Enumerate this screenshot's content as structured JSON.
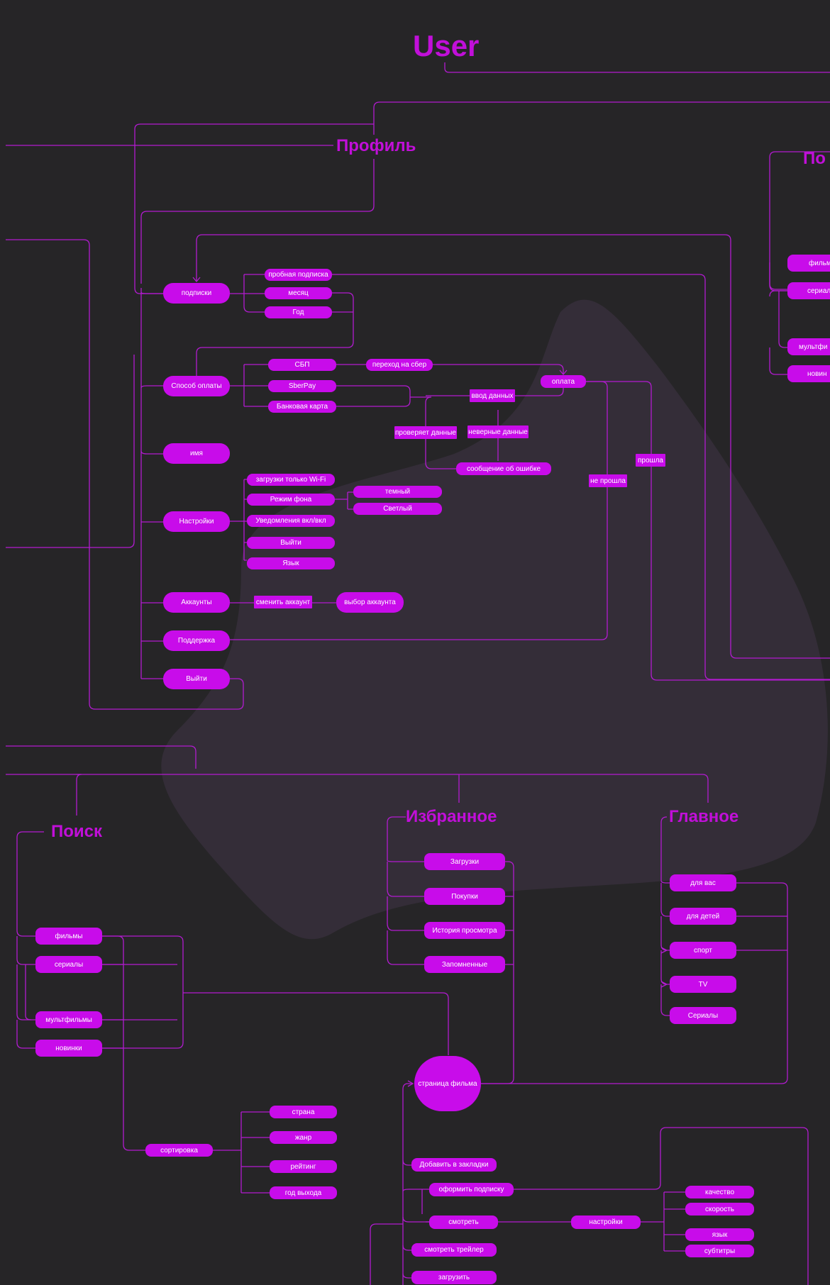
{
  "colors": {
    "background": "#262527",
    "accent": "#c80cea",
    "heading": "#c10fd9",
    "line": "#b21bd0",
    "blob": "#342d38"
  },
  "headings": {
    "user": "User",
    "profile": "Профиль",
    "right_cut": "По",
    "search": "Поиск",
    "favorites": "Избранное",
    "main": "Главное"
  },
  "profile": {
    "subscriptions": "подписки",
    "sub_options": [
      "пробная подписка",
      "месяц",
      "Год"
    ],
    "payment": "Способ оплаты",
    "payment_options": [
      "СБП",
      "SberPay",
      "Банковая карта"
    ],
    "to_sber": "переход на сбер",
    "pay": "оплата",
    "data_entry": "ввод данных",
    "checks_data": "проверяет данные",
    "wrong_data": "неверные данные",
    "error_message": "сообщение об ошибке",
    "passed": "прошла",
    "failed": "не прошла",
    "name": "имя",
    "settings": "Настройки",
    "settings_options": [
      "загрузки только Wi-Fi",
      "Режим фона",
      "Уведомления вкл/вкл",
      "Выйти",
      "Язык"
    ],
    "theme_options": [
      "темный",
      "Светлый"
    ],
    "accounts": "Аккаунты",
    "change_account": "сменить аккаунт",
    "choose_account": "выбор аккаунта",
    "support": "Поддержка",
    "logout": "Выйти"
  },
  "right_column": [
    "фильм",
    "сериал",
    "мультфи",
    "новин"
  ],
  "search": {
    "items": [
      "фильмы",
      "сериалы",
      "мультфильмы",
      "новинки"
    ],
    "sort": "сортировка",
    "sort_options": [
      "страна",
      "жанр",
      "рейтинг",
      "год выхода"
    ]
  },
  "favorites": {
    "items": [
      "Загрузки",
      "Покупки",
      "История просмотра",
      "Запомненные"
    ]
  },
  "main": {
    "items": [
      "для вас",
      "для детей",
      "спорт",
      "TV",
      "Сериалы"
    ]
  },
  "film_page": {
    "title": "страница фильма",
    "actions": [
      "Добавить в закладки",
      "оформить подписку",
      "смотреть",
      "смотреть трейлер",
      "загрузить"
    ],
    "player_settings": "настройки",
    "player_options": [
      "качество",
      "скорость",
      "язык",
      "субтитры"
    ]
  }
}
